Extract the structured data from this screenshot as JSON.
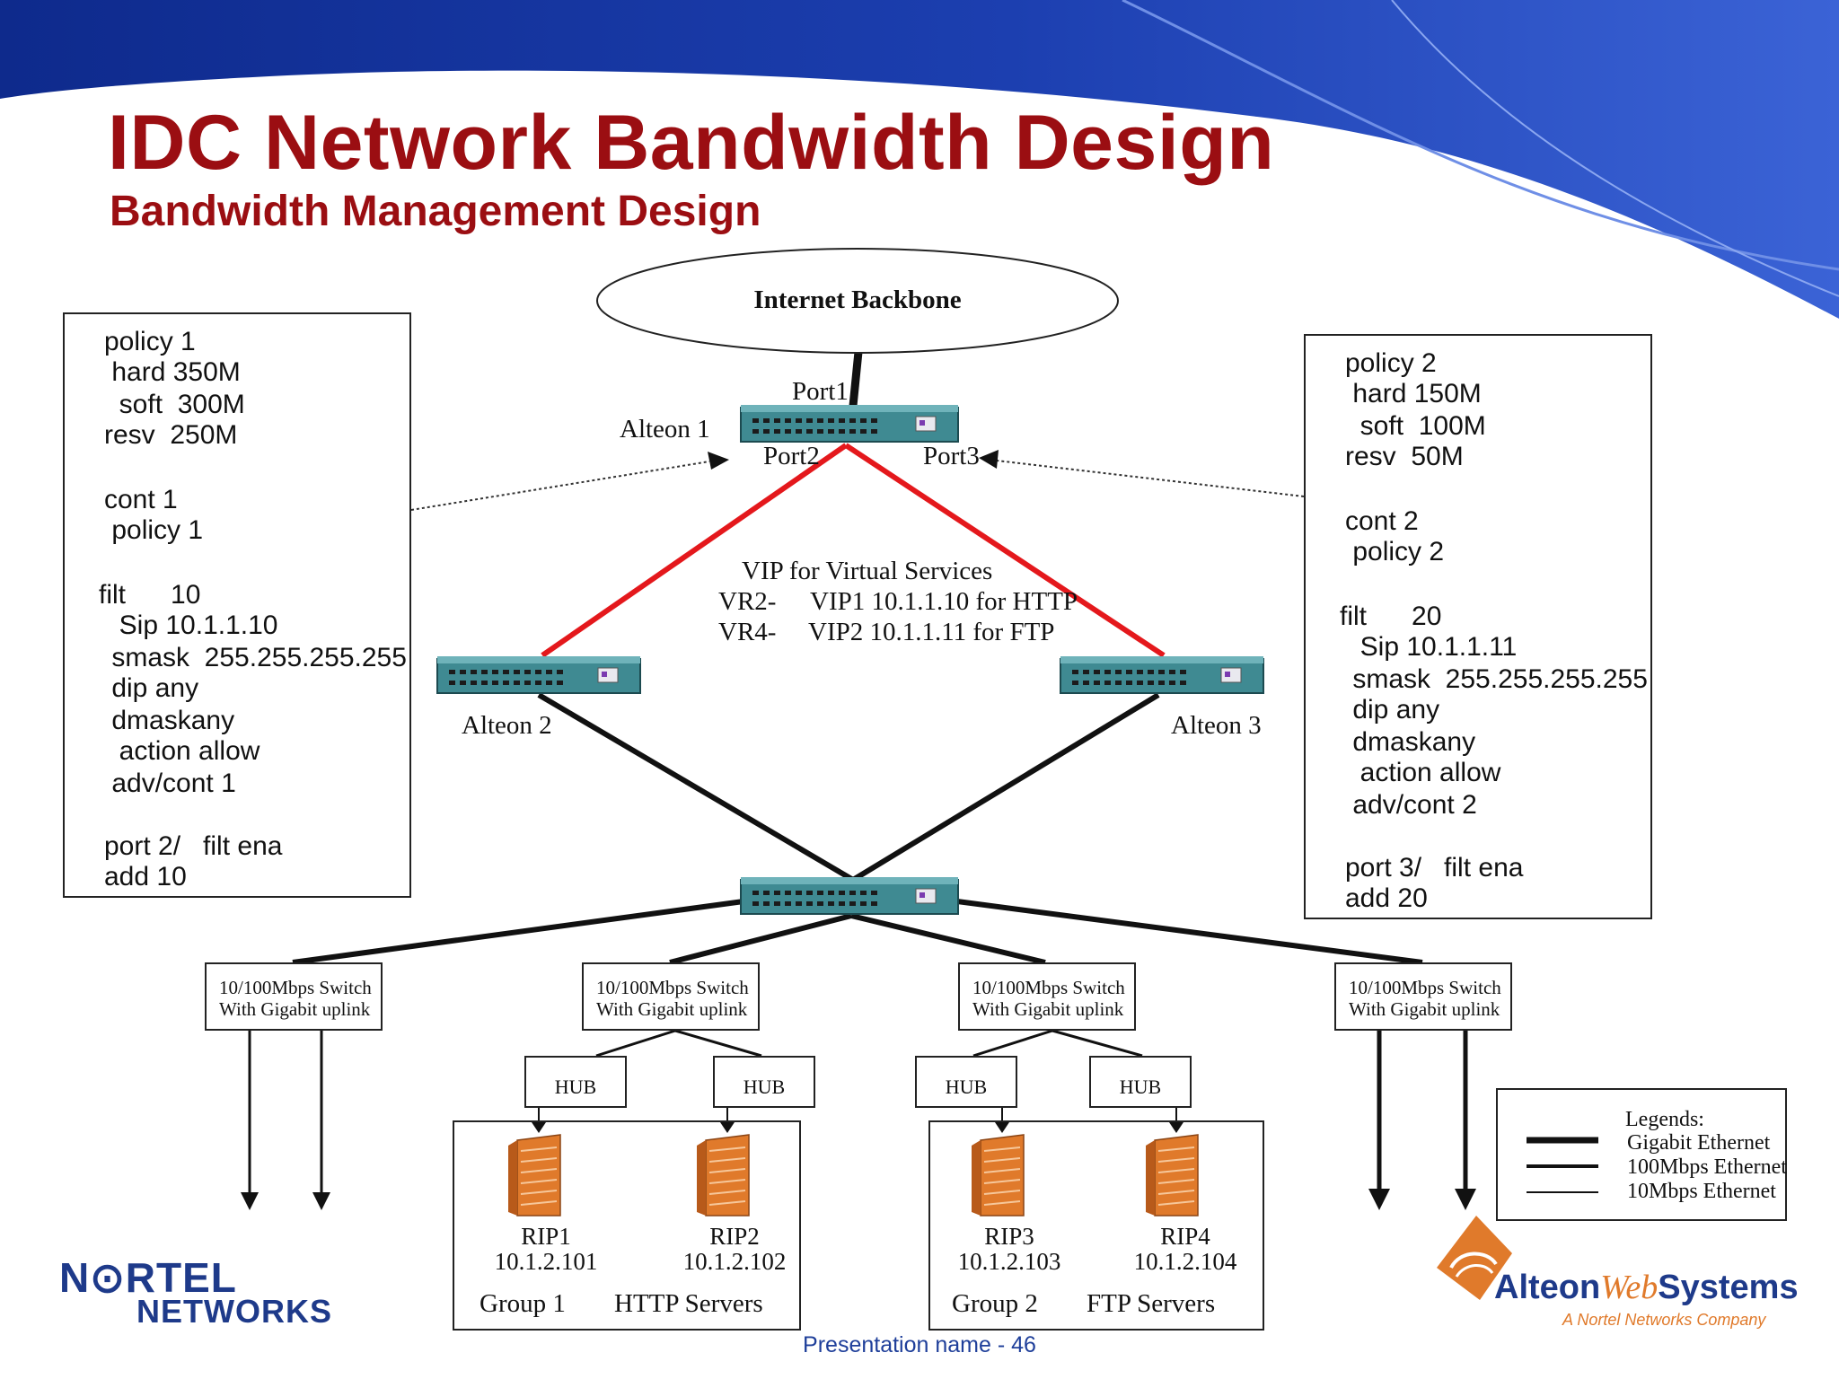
{
  "slide": {
    "title": "IDC Network Bandwidth Design",
    "subtitle": "Bandwidth Management Design",
    "footer": "Presentation name - 46"
  },
  "colors": {
    "title": "#9b0e12",
    "uplink_red": "#e4181c",
    "device_teal": "#3f8a92",
    "banner_blue": "#1b3aa6",
    "footer_blue": "#1f3f9a",
    "server_orange": "#e07a2b"
  },
  "internet": {
    "label": "Internet Backbone"
  },
  "alteon1": {
    "name": "Alteon 1",
    "port1": "Port1",
    "port2": "Port2",
    "port3": "Port3"
  },
  "alteon2": {
    "name": "Alteon 2"
  },
  "alteon3": {
    "name": "Alteon 3"
  },
  "vip": {
    "heading": "VIP for Virtual Services",
    "line1_vr": "VR2-",
    "line1_text": "VIP1 10.1.1.10 for HTTP",
    "line2_vr": "VR4-",
    "line2_text": "VIP2 10.1.1.11 for FTP"
  },
  "config_left": [
    "policy 1",
    " hard 350M",
    "  soft  300M",
    "resv  250M",
    "cont 1",
    " policy 1",
    "filt      10",
    "  Sip 10.1.1.10",
    " smask  255.255.255.255",
    " dip any",
    " dmaskany",
    "  action allow",
    " adv/cont 1",
    "port 2/   filt ena",
    "add 10"
  ],
  "config_right": [
    "policy 2",
    " hard 150M",
    "  soft  100M",
    "resv  50M",
    "cont 2",
    " policy 2",
    "filt      20",
    "  Sip 10.1.1.11",
    " smask  255.255.255.255",
    " dip any",
    " dmaskany",
    "  action allow",
    " adv/cont 2",
    "port 3/   filt ena",
    "add 20"
  ],
  "switches": [
    {
      "line1": "10/100Mbps Switch",
      "line2": "With Gigabit uplink"
    },
    {
      "line1": "10/100Mbps Switch",
      "line2": "With Gigabit uplink"
    },
    {
      "line1": "10/100Mbps Switch",
      "line2": "With Gigabit uplink"
    },
    {
      "line1": "10/100Mbps Switch",
      "line2": "With Gigabit uplink"
    }
  ],
  "hubs": [
    "HUB",
    "HUB",
    "HUB",
    "HUB"
  ],
  "servers": [
    {
      "name": "RIP1",
      "ip": "10.1.2.101"
    },
    {
      "name": "RIP2",
      "ip": "10.1.2.102"
    },
    {
      "name": "RIP3",
      "ip": "10.1.2.103"
    },
    {
      "name": "RIP4",
      "ip": "10.1.2.104"
    }
  ],
  "groups": [
    {
      "name": "Group 1",
      "type": "HTTP Servers"
    },
    {
      "name": "Group 2",
      "type": "FTP Servers"
    }
  ],
  "legend": {
    "heading": "Legends:",
    "items": [
      "Gigabit Ethernet",
      "100Mbps Ethernet",
      "10Mbps Ethernet"
    ]
  },
  "logos": {
    "nortel_line1": "N⊙RTEL",
    "nortel_line2": "NETWORKS",
    "alteon_a": "Alteon",
    "alteon_b": "Web",
    "alteon_c": "Systems",
    "alteon_tagline": "A Nortel Networks Company"
  }
}
